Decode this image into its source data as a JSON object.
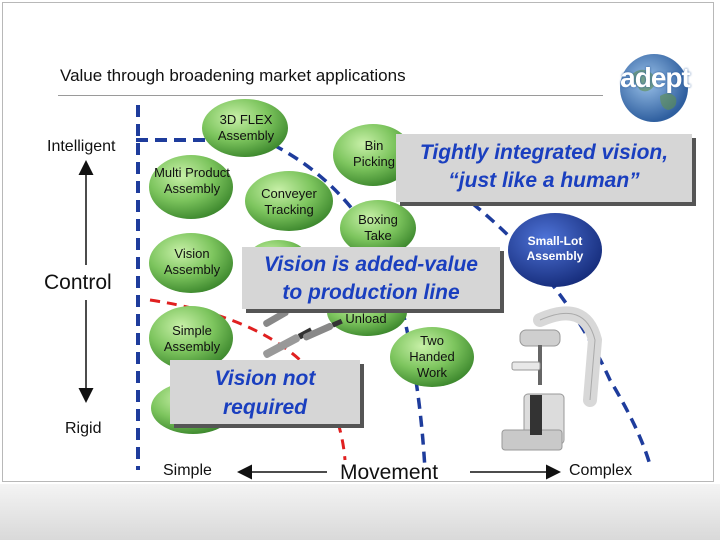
{
  "title": "Value through broadening market applications",
  "logo": {
    "text": "adept"
  },
  "axis": {
    "y_top": "Intelligent",
    "y_mid": "Control",
    "y_bottom": "Rigid",
    "x_left": "Simple",
    "x_mid": "Movement",
    "x_right": "Complex"
  },
  "circles": {
    "flex_3d": "3D FLEX Assembly",
    "multi_product": "Multi Product Assembly",
    "conveyer": "Conveyer Tracking",
    "bin_picking": "Bin Picking",
    "boxing": "Boxing Take",
    "vision_assembly": "Vision Assembly",
    "unload": "Unload",
    "simple_assembly": "Simple Assembly",
    "two_handed": "Two Handed Work",
    "small_lot": "Small-Lot Assembly"
  },
  "callouts": {
    "tightly_line1": "Tightly integrated vision,",
    "tightly_line2": "“just like a human”",
    "added_line1": "Vision is added-value",
    "added_line2": "to production line",
    "not_required_line1": "Vision not",
    "not_required_line2": "required"
  },
  "colors": {
    "circle_fill": "#7dc55e",
    "boundary": "#1e3c9c",
    "callout_text": "#1a3fbf",
    "small_lot_fill": "#1e3c9c"
  }
}
